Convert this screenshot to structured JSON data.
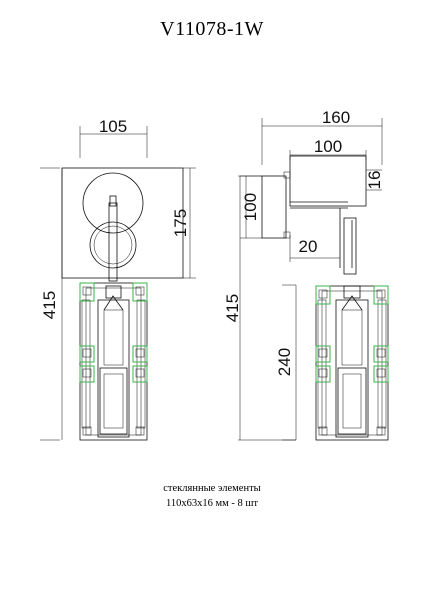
{
  "title": "V11078-1W",
  "front_view": {
    "width": "105",
    "plate_height": "175",
    "total_height": "415"
  },
  "side_view": {
    "depth": "160",
    "plate_depth": "100",
    "plate_thickness": "16",
    "base_height": "100",
    "arm_offset": "20",
    "total_height": "415",
    "lower_height": "240"
  },
  "caption": {
    "line1": "стеклянные элементы",
    "line2": "110х63х16 мм - 8 шт"
  },
  "colors": {
    "line": "#111111",
    "glass_highlight": "#3ab34a"
  }
}
